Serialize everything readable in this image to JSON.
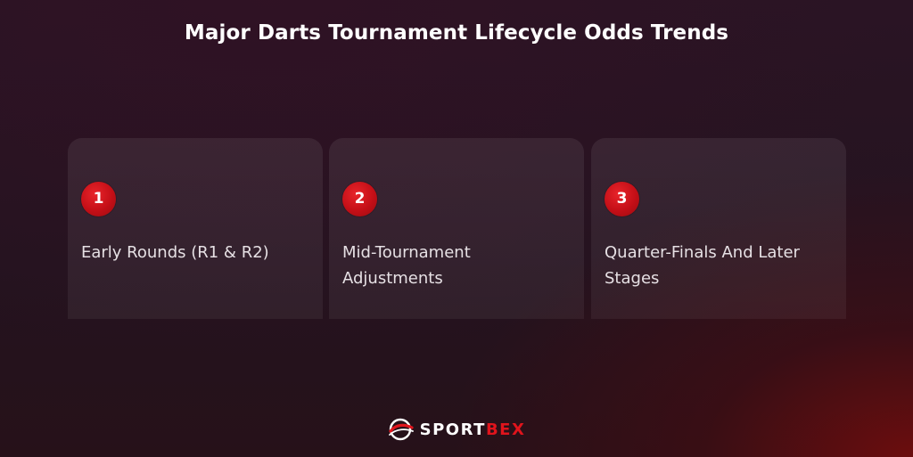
{
  "title": "Major Darts Tournament Lifecycle Odds Trends",
  "cards": [
    {
      "number": "1",
      "label": "Early Rounds (R1 & R2)"
    },
    {
      "number": "2",
      "label": "Mid-Tournament Adjustments"
    },
    {
      "number": "3",
      "label": "Quarter-Finals And Later Stages"
    }
  ],
  "logo": {
    "text_primary": "SPORT",
    "text_accent": "BEX"
  },
  "colors": {
    "accent": "#e0141c",
    "background": "#24131f",
    "card": "#3a2a36",
    "text": "#e6e0e4"
  }
}
